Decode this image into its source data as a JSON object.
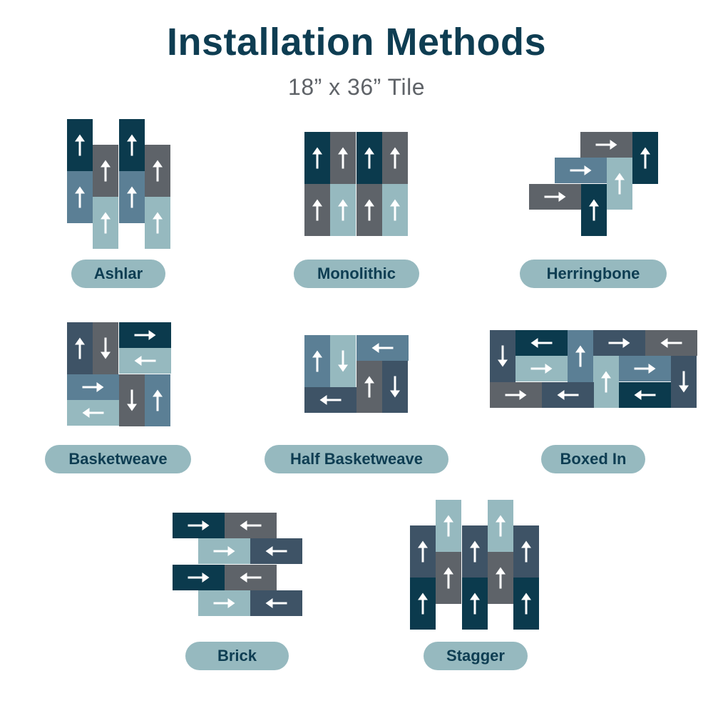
{
  "title": "Installation Methods",
  "subtitle": "18” x 36” Tile",
  "colors": {
    "navy": "#0b3a4d",
    "gray": "#5e6369",
    "blue": "#5b7f95",
    "teal": "#96b9bf",
    "slate": "#3e5366",
    "arrow": "#ffffff",
    "pill": "#96b9bf",
    "title": "#0e3d52"
  },
  "methods": [
    {
      "id": "ashlar",
      "label": "Ashlar"
    },
    {
      "id": "monolithic",
      "label": "Monolithic"
    },
    {
      "id": "herringbone",
      "label": "Herringbone"
    },
    {
      "id": "basketweave",
      "label": "Basketweave"
    },
    {
      "id": "half-basketweave",
      "label": "Half Basketweave"
    },
    {
      "id": "boxed-in",
      "label": "Boxed In"
    },
    {
      "id": "brick",
      "label": "Brick"
    },
    {
      "id": "stagger",
      "label": "Stagger"
    }
  ]
}
